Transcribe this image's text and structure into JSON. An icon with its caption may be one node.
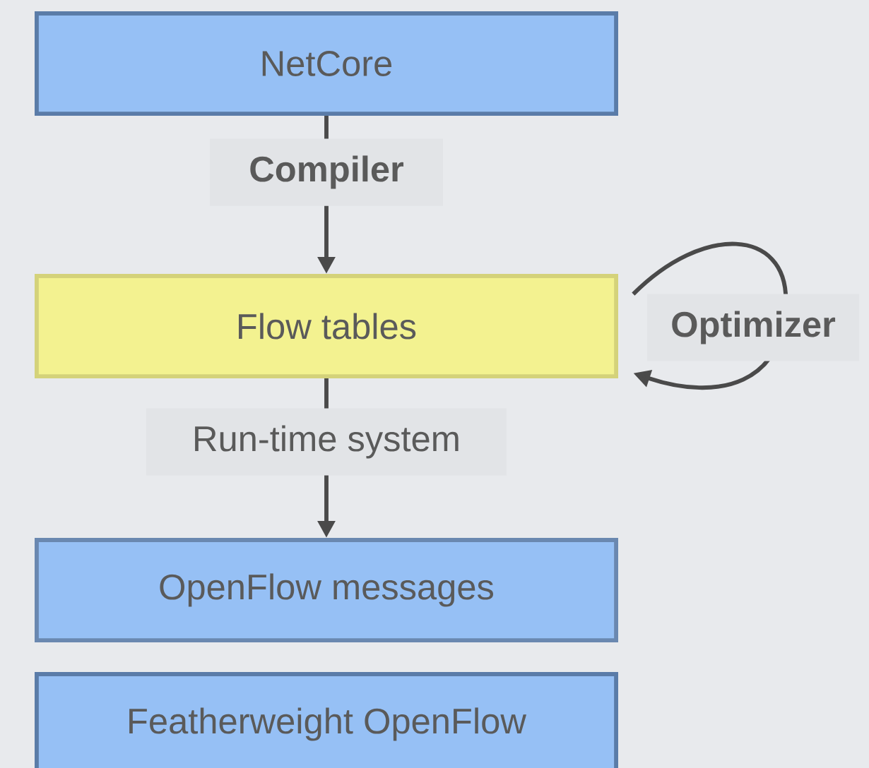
{
  "diagram": {
    "nodes": [
      {
        "text": [
          "NetCore"
        ]
      },
      {
        "text": [
          "Flow tables"
        ]
      },
      {
        "text": [
          "OpenFlow messages"
        ]
      },
      {
        "text": [
          "Featherweight OpenFlow"
        ]
      }
    ],
    "edges": [
      {
        "from": 0,
        "to": 1,
        "arrow": "to",
        "label": "Compiler"
      },
      {
        "from": 1,
        "to": 2,
        "arrow": "to",
        "label": "Run-time system"
      },
      {
        "from": 1,
        "to": 1,
        "arrow": "to",
        "label": "Optimizer"
      }
    ]
  }
}
